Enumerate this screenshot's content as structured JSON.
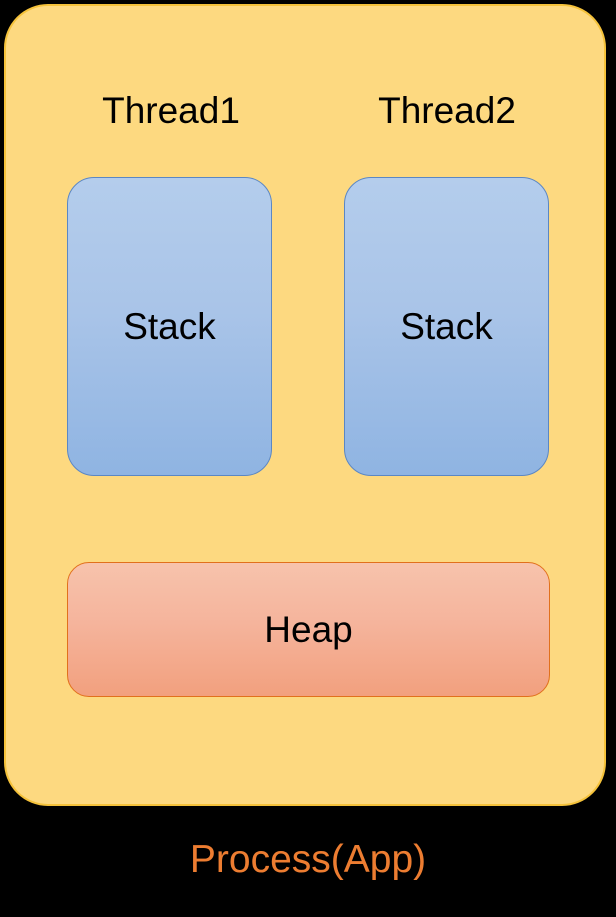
{
  "diagram": {
    "title": "Process(App)",
    "caption_color": "#ED7D31",
    "process_container": {
      "name": "process-container",
      "fill": "#FDD980",
      "border": "#F5C23A"
    },
    "threads": [
      {
        "label": "Thread1",
        "stack": {
          "label": "Stack",
          "fill_top": "#B4CDEC",
          "fill_bottom": "#8FB4E2",
          "border": "#5B87C4"
        }
      },
      {
        "label": "Thread2",
        "stack": {
          "label": "Stack",
          "fill_top": "#B4CDEC",
          "fill_bottom": "#8FB4E2",
          "border": "#5B87C4"
        }
      }
    ],
    "heap": {
      "label": "Heap",
      "fill_top": "#F7C3AC",
      "fill_bottom": "#F2A07E",
      "border": "#E1701C"
    }
  }
}
